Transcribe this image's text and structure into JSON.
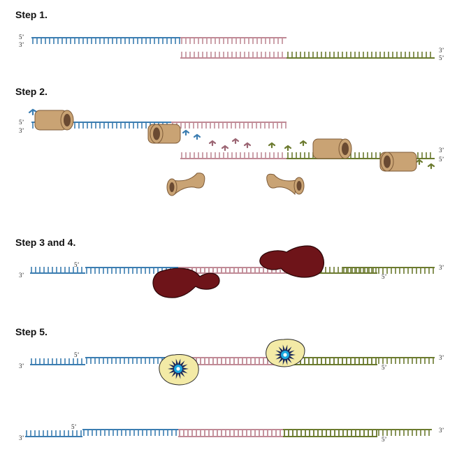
{
  "steps": {
    "s1": "Step 1.",
    "s2": "Step 2.",
    "s34": "Step 3 and 4.",
    "s5": "Step 5."
  },
  "ends": {
    "five": "5’",
    "three": "3’"
  },
  "colors": {
    "blue": "#3b7db1",
    "pink": "#c08a96",
    "olive": "#6b7a2e",
    "protein": "#c9a374",
    "proteinDark": "#7d5a37",
    "ligase": "#6e1419",
    "fretBody": "#f3eaa6",
    "spark": "#1aa7e0"
  },
  "icons": {
    "polymerase": "tan-cylinder-enzyme",
    "nuclease": "tan-funnel-enzyme",
    "ligase": "dark-red-blob",
    "probe": "yellow-bead-with-star"
  }
}
